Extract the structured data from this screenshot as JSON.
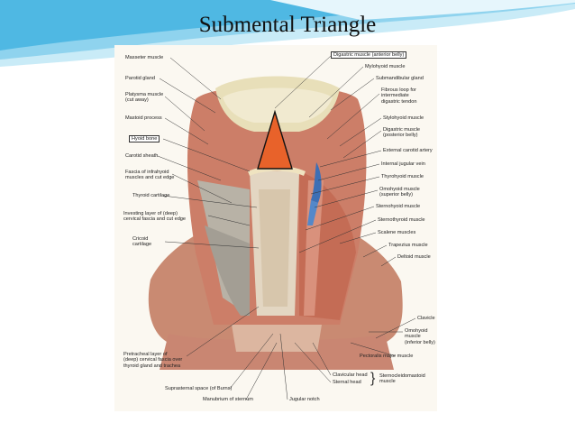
{
  "slide": {
    "title": "Submental Triangle",
    "accent_colors": [
      "#4fb8e3",
      "#8fd3ee",
      "#c9ebf7"
    ]
  },
  "figure": {
    "highlight_color": "#e8622a",
    "labels_left": [
      "Masseter muscle",
      "Parotid gland",
      "Platysma muscle\n(cut away)",
      "Mastoid process",
      "Hyoid bone",
      "Carotid sheath",
      "Fascia of infrahyoid\nmuscles and cut edge",
      "Thyroid cartilage",
      "Investing layer of (deep)\ncervical fascia and cut edge",
      "Cricoid\ncartilage",
      "Pretracheal layer of\n(deep) cervical fascia over\nthyroid gland and trachea",
      "Suprasternal space (of Burns)",
      "Manubrium of sternum",
      "Jugular notch"
    ],
    "labels_right": [
      "Digastric muscle (anterior belly)",
      "Mylohyoid muscle",
      "Submandibular gland",
      "Fibrous loop for\nintermediate\ndigastric tendon",
      "Stylohyoid muscle",
      "Digastric muscle\n(posterior belly)",
      "External carotid artery",
      "Internal jugular vein",
      "Thyrohyoid muscle",
      "Omohyoid muscle\n(superior belly)",
      "Sternohyoid muscle",
      "Sternothyroid muscle",
      "Scalene muscles",
      "Trapezius muscle",
      "Deltoid muscle",
      "Clavicle",
      "Omohyoid muscle\n(inferior belly)",
      "Pectoralis major muscle"
    ],
    "labels_bottom": [
      "Clavicular head",
      "Sternal head",
      "Sternocleidomastoid\nmuscle"
    ]
  }
}
